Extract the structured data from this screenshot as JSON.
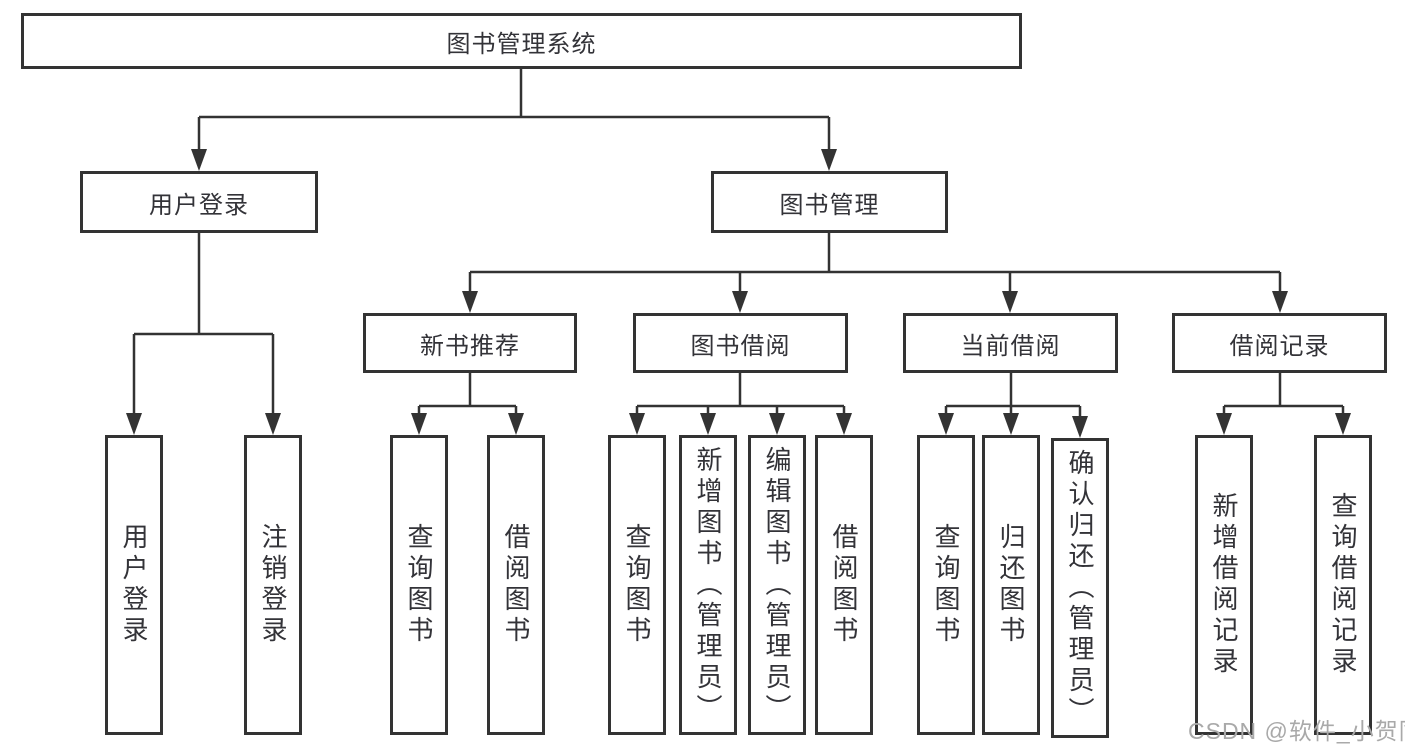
{
  "colors": {
    "line": "#333333",
    "text": "#333338",
    "background": "#ffffff",
    "watermark": "#a9a9a9"
  },
  "tree": {
    "root": {
      "label": "图书管理系统"
    },
    "level2": [
      {
        "label": "用户登录",
        "children": [
          {
            "label": "用户登录"
          },
          {
            "label": "注销登录"
          }
        ]
      },
      {
        "label": "图书管理"
      }
    ],
    "level3": [
      {
        "label": "新书推荐",
        "children": [
          {
            "label": "查询图书"
          },
          {
            "label": "借阅图书"
          }
        ]
      },
      {
        "label": "图书借阅",
        "children": [
          {
            "label": "查询图书"
          },
          {
            "label": "新增图书（管理员）"
          },
          {
            "label": "编辑图书（管理员）"
          },
          {
            "label": "借阅图书"
          }
        ]
      },
      {
        "label": "当前借阅",
        "children": [
          {
            "label": "查询图书"
          },
          {
            "label": "归还图书"
          },
          {
            "label": "确认归还（管理员）"
          }
        ]
      },
      {
        "label": "借阅记录",
        "children": [
          {
            "label": "新增借阅记录"
          },
          {
            "label": "查询借阅记录"
          }
        ]
      }
    ]
  },
  "watermark": {
    "text": "CSDN @软件_小贺同学"
  }
}
